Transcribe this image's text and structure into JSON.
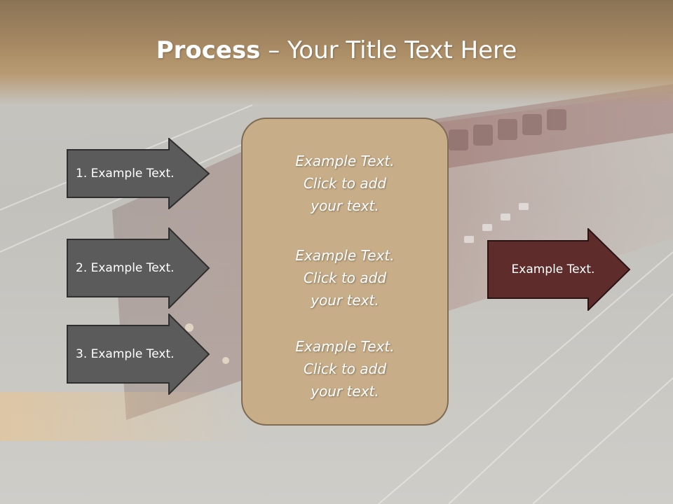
{
  "slide": {
    "title_bold": "Process",
    "title_rest": " – Your Title Text Here",
    "left_arrows": [
      {
        "label": "1. Example Text."
      },
      {
        "label": "2. Example Text."
      },
      {
        "label": "3. Example Text."
      }
    ],
    "center_blocks": [
      {
        "line1": "Example Text.",
        "line2": "Click  to add",
        "line3": "your text."
      },
      {
        "line1": "Example Text.",
        "line2": "Click  to add",
        "line3": "your text."
      },
      {
        "line1": "Example Text.",
        "line2": "Click  to add",
        "line3": "your text."
      }
    ],
    "right_arrow": {
      "label": "Example Text."
    }
  },
  "colors": {
    "title_band": "#a88a64",
    "left_arrow_fill": "#5b5b5b",
    "center_box_fill": "#c7ad88",
    "center_box_border": "#7e6c55",
    "right_arrow_fill": "#5e2c2a"
  }
}
